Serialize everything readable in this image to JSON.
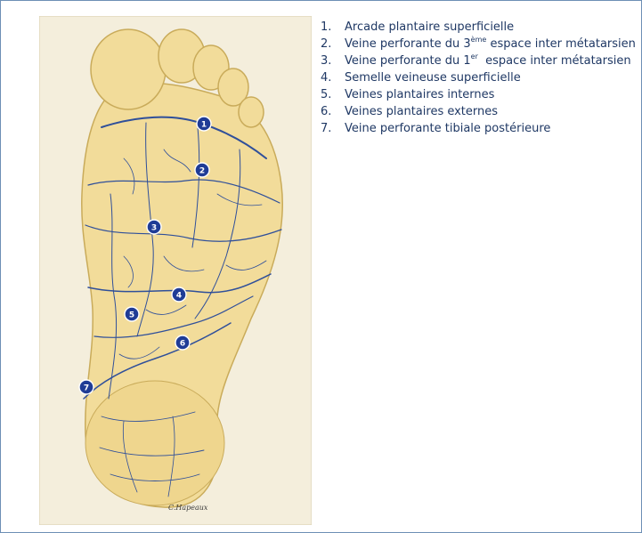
{
  "legend": [
    {
      "num": "1.",
      "text": "Arcade plantaire superficielle"
    },
    {
      "num": "2.",
      "pre": "Veine perforante du 3",
      "sup": "ème",
      "post": " espace inter métatarsien"
    },
    {
      "num": "3.",
      "pre": "Veine perforante du 1",
      "sup": "er",
      "post": "  espace inter métatarsien"
    },
    {
      "num": "4.",
      "text": "Semelle veineuse superficielle"
    },
    {
      "num": "5.",
      "text": "Veines plantaires internes"
    },
    {
      "num": "6.",
      "text": "Veines plantaires externes"
    },
    {
      "num": "7.",
      "text": "Veine perforante tibiale postérieure"
    }
  ],
  "markers": [
    "1",
    "2",
    "3",
    "4",
    "5",
    "6",
    "7"
  ],
  "signature": "C.Hapeaux",
  "colors": {
    "paper": "#f4eedc",
    "skin": "#f2dc9a",
    "vein": "#2f4f9a",
    "marker": "#1f3c96",
    "legend_text": "#1f3864",
    "frame": "#6d8fb5"
  }
}
